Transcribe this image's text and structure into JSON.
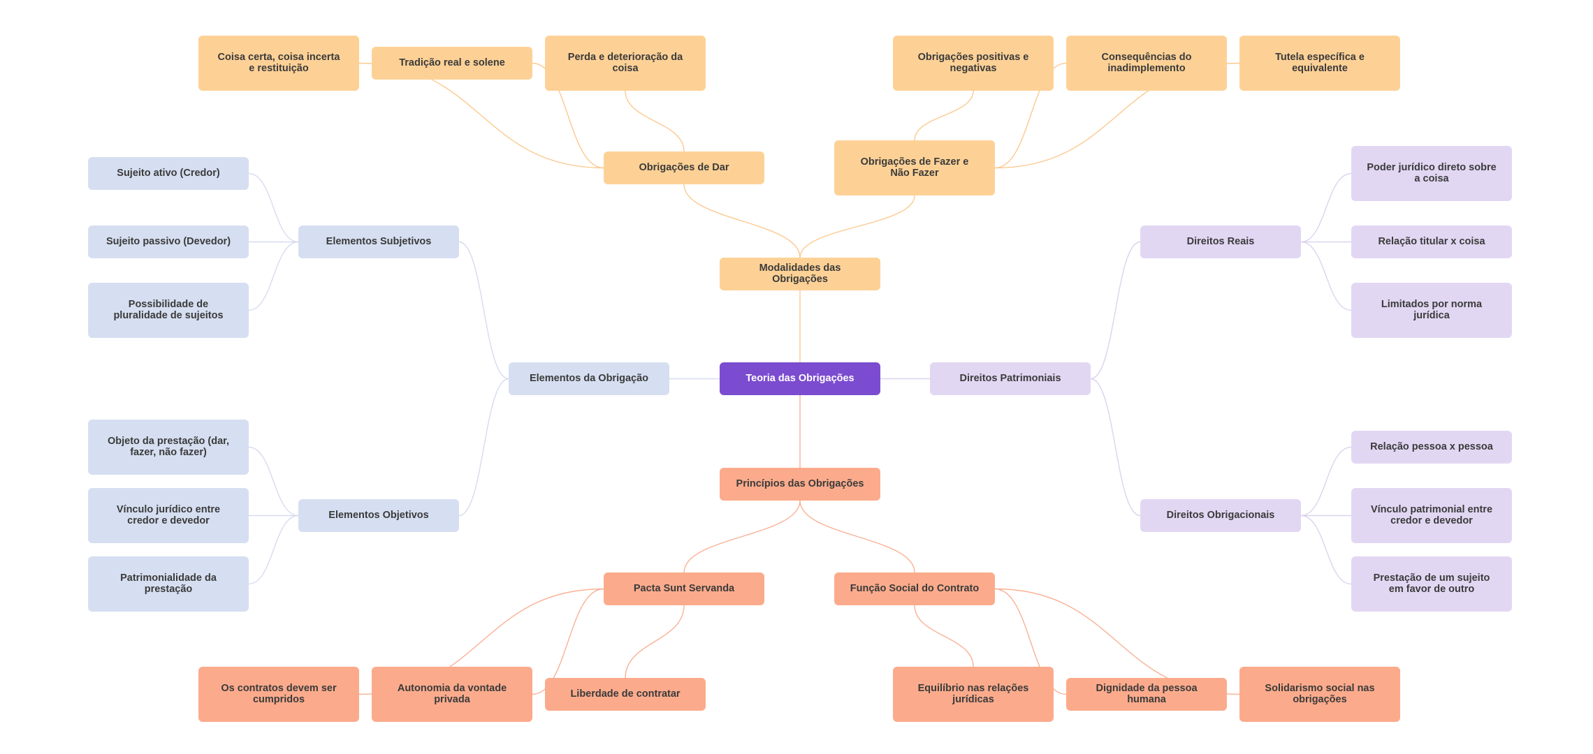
{
  "diagram": {
    "root": "Teoria das Obrigações",
    "branches": [
      {
        "id": "modalidades",
        "label": "Modalidades das Obrigações",
        "color": "gold",
        "children": [
          {
            "id": "dar",
            "label": "Obrigações de Dar",
            "children": [
              {
                "id": "coisa-certa",
                "label": "Coisa certa, coisa incerta e restituição"
              },
              {
                "id": "tradicao",
                "label": "Tradição real e solene"
              },
              {
                "id": "perda",
                "label": "Perda e deterioração da coisa"
              }
            ]
          },
          {
            "id": "fazer",
            "label": "Obrigações de Fazer e Não Fazer",
            "children": [
              {
                "id": "positivas",
                "label": "Obrigações positivas e negativas"
              },
              {
                "id": "consequencias",
                "label": "Consequências do inadimplemento"
              },
              {
                "id": "tutela",
                "label": "Tutela específica e equivalente"
              }
            ]
          }
        ]
      },
      {
        "id": "elementos",
        "label": "Elementos da Obrigação",
        "color": "blue",
        "children": [
          {
            "id": "subjetivos",
            "label": "Elementos Subjetivos",
            "children": [
              {
                "id": "ativo",
                "label": "Sujeito ativo (Credor)"
              },
              {
                "id": "passivo",
                "label": "Sujeito passivo (Devedor)"
              },
              {
                "id": "pluralidade",
                "label": "Possibilidade de pluralidade de sujeitos"
              }
            ]
          },
          {
            "id": "objetivos",
            "label": "Elementos Objetivos",
            "children": [
              {
                "id": "objeto",
                "label": "Objeto da prestação (dar, fazer, não fazer)"
              },
              {
                "id": "vinculo-juridico",
                "label": "Vínculo jurídico entre credor e devedor"
              },
              {
                "id": "patrimonialidade",
                "label": "Patrimonialidade da prestação"
              }
            ]
          }
        ]
      },
      {
        "id": "patrimoniais",
        "label": "Direitos Patrimoniais",
        "color": "purple",
        "children": [
          {
            "id": "reais",
            "label": "Direitos Reais",
            "children": [
              {
                "id": "poder",
                "label": "Poder jurídico direto sobre a coisa"
              },
              {
                "id": "titular",
                "label": "Relação titular x coisa"
              },
              {
                "id": "limitados",
                "label": "Limitados por norma jurídica"
              }
            ]
          },
          {
            "id": "obrigacionais",
            "label": "Direitos Obrigacionais",
            "children": [
              {
                "id": "pessoa",
                "label": "Relação pessoa x pessoa"
              },
              {
                "id": "vinculo-patrimonial",
                "label": "Vínculo patrimonial entre credor e devedor"
              },
              {
                "id": "prestacao-sujeito",
                "label": "Prestação de um sujeito em favor de outro"
              }
            ]
          }
        ]
      },
      {
        "id": "principios",
        "label": "Princípios das Obrigações",
        "color": "salmon",
        "children": [
          {
            "id": "pacta",
            "label": "Pacta Sunt Servanda",
            "children": [
              {
                "id": "cumpridos",
                "label": "Os contratos devem ser cumpridos"
              },
              {
                "id": "autonomia",
                "label": "Autonomia da vontade privada"
              },
              {
                "id": "liberdade",
                "label": "Liberdade de contratar"
              }
            ]
          },
          {
            "id": "funcao",
            "label": "Função Social do Contrato",
            "children": [
              {
                "id": "equilibrio",
                "label": "Equilíbrio nas relações jurídicas"
              },
              {
                "id": "dignidade",
                "label": "Dignidade da pessoa humana"
              },
              {
                "id": "solidarismo",
                "label": "Solidarismo social nas obrigações"
              }
            ]
          }
        ]
      }
    ]
  },
  "colors": {
    "root": "#7b4ccf",
    "gold": "#fdd196",
    "blue": "#d6dff1",
    "purple": "#e2d7f3",
    "salmon": "#fbab8c",
    "line_gold": "#fcc98f",
    "line_blue": "#d7dcef",
    "line_purple": "#dcd3ee",
    "line_salmon": "#f9b195"
  }
}
